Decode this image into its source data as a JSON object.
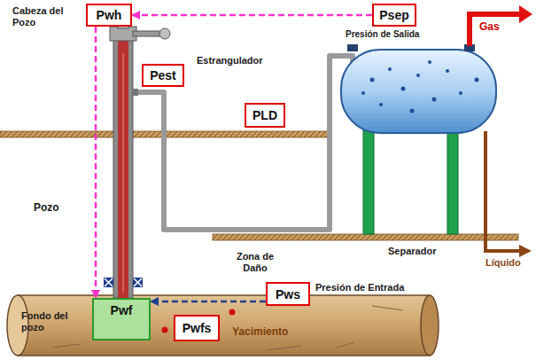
{
  "diagram": {
    "nodes": [
      {
        "text": [
          "Pwh"
        ]
      },
      {
        "text": [
          "Pest"
        ]
      },
      {
        "text": [
          "PLD"
        ]
      },
      {
        "text": [
          "Psep"
        ]
      },
      {
        "text": [
          "Pws"
        ]
      },
      {
        "text": [
          "Pwf"
        ]
      },
      {
        "text": [
          "Pwfs"
        ]
      }
    ],
    "edges": [
      {
        "from": 3,
        "to": 0,
        "arrow": "to"
      },
      {
        "from": 0,
        "to": 5,
        "arrow": "to"
      },
      {
        "from": 4,
        "to": 5,
        "arrow": "to"
      }
    ],
    "labels": [
      "Cabeza del Pozo",
      "Estrangulador",
      "Presión de Salida",
      "Gas",
      "Separador",
      "Líquido",
      "Pozo",
      "Zona de Daño",
      "Presión de Entrada",
      "Fondo del pozo",
      "Yacimiento"
    ]
  }
}
